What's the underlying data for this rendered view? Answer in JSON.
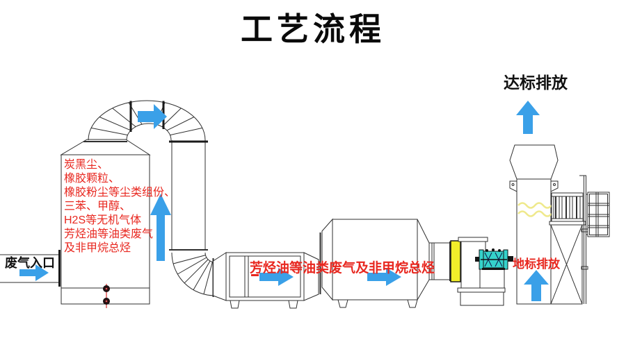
{
  "title": "工艺流程",
  "labels": {
    "inlet": "废气入口",
    "compliant_emission": "达标排放",
    "local_emission": "地标排放",
    "oil_gas_stream": "芳烃油等油类废气及非甲烷总烃"
  },
  "tower_pollutants": {
    "lines": [
      "炭黑尘、",
      "橡胶颗粒、",
      "橡胶粉尘等尘类组份、",
      "三苯、甲醇、",
      "H2S等无机气体",
      "芳烃油等油类废气",
      "及非甲烷总烃"
    ]
  },
  "colors": {
    "arrow_blue": "#3aa0e8",
    "text_red": "#e8271f",
    "flex_yellow": "#f2ee2a",
    "motor_cyan": "#35d2cb",
    "wave_yellow": "#efe98c",
    "drain_red": "#e05555",
    "line_dark": "#2f2f2f"
  }
}
